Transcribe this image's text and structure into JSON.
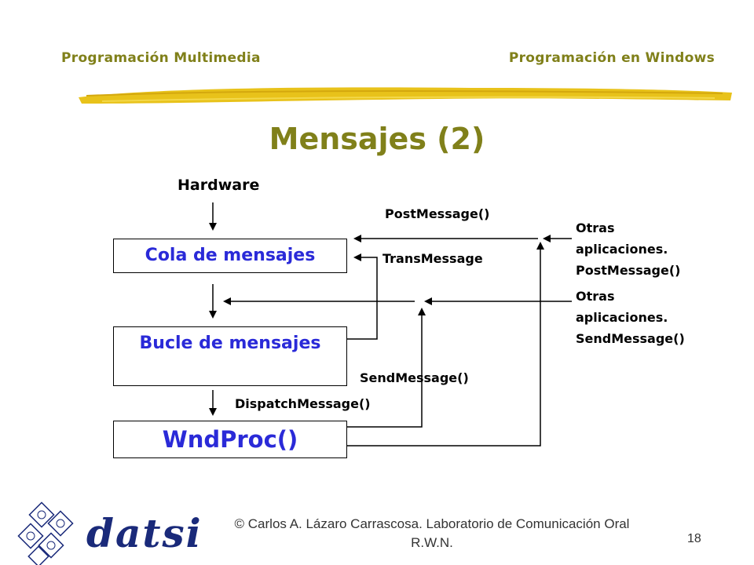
{
  "header": {
    "left": "Programación  Multimedia",
    "right": "Programación  en Windows"
  },
  "title": "Mensajes (2)",
  "diagram": {
    "hardware": "Hardware",
    "boxes": {
      "cola": "Cola de mensajes",
      "bucle": "Bucle de mensajes",
      "wndproc": "WndProc()"
    },
    "labels": {
      "postmessage": "PostMessage()",
      "transmessage": "TransMessage",
      "sendmessage": "SendMessage()",
      "dispatchmessage": "DispatchMessage()"
    },
    "otras_post": [
      "Otras",
      "aplicaciones.",
      "PostMessage()"
    ],
    "otras_send": [
      "Otras",
      "aplicaciones.",
      "SendMessage()"
    ]
  },
  "footer": {
    "line1": "© Carlos A. Lázaro Carrascosa. Laboratorio de Comunicación Oral",
    "line2": "R.W.N.",
    "page": "18"
  },
  "logo": {
    "text": "datsi"
  },
  "colors": {
    "header": "#80801a",
    "box_text": "#2a2ad8",
    "brush": "#e8c21a",
    "logo": "#1a2a7a"
  }
}
